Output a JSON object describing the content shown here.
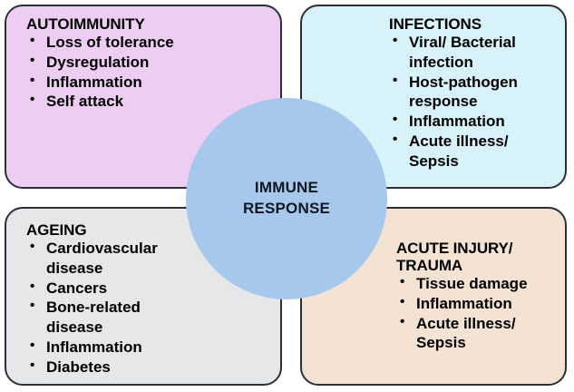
{
  "diagram": {
    "center": {
      "label": "IMMUNE\nRESPONSE",
      "color": "#a6c8ec"
    },
    "panels": [
      {
        "id": "autoimmunity",
        "title": "AUTOIMMUNITY",
        "color": "#eecdf2",
        "items": [
          "Loss of tolerance",
          "Dysregulation",
          "Inflammation",
          "Self attack"
        ]
      },
      {
        "id": "infections",
        "title": "INFECTIONS",
        "color": "#d7f2f8",
        "items": [
          "Viral/ Bacterial\ninfection",
          "Host-pathogen\nresponse",
          "Inflammation",
          "Acute illness/\nSepsis"
        ]
      },
      {
        "id": "ageing",
        "title": "AGEING",
        "color": "#e6e7e8",
        "items": [
          "Cardiovascular\ndisease",
          "Cancers",
          "Bone-related\ndisease",
          "Inflammation",
          "Diabetes"
        ]
      },
      {
        "id": "acute-injury-trauma",
        "title": "ACUTE INJURY/\nTRAUMA",
        "color": "#f4e3d3",
        "items": [
          "Tissue damage",
          "Inflammation",
          "Acute illness/\nSepsis"
        ]
      }
    ]
  }
}
